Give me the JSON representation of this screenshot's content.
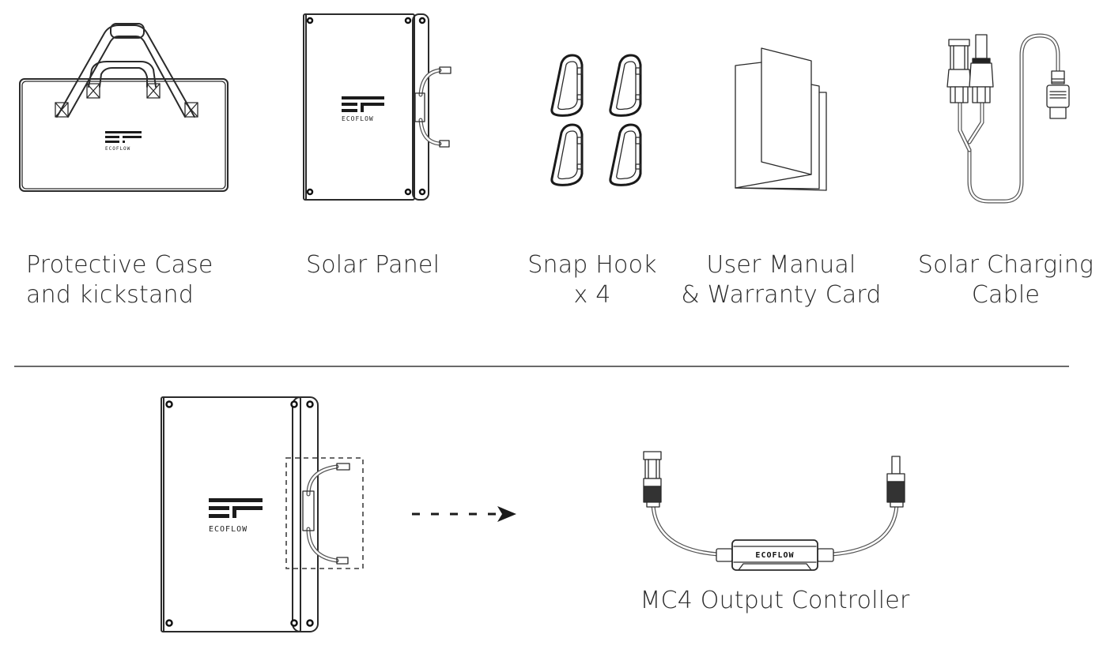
{
  "brand": {
    "logo_mark": "EF",
    "logo_text": "ECOFLOW"
  },
  "items": [
    {
      "id": "protective-case",
      "icon": "carry-bag-icon",
      "label_line1": "Protective Case",
      "label_line2": "and kickstand"
    },
    {
      "id": "solar-panel",
      "icon": "solar-panel-icon",
      "label_line1": "Solar Panel",
      "label_line2": ""
    },
    {
      "id": "snap-hook",
      "icon": "carabiner-icon",
      "label_line1": "Snap Hook",
      "label_line2": "x 4"
    },
    {
      "id": "user-manual",
      "icon": "manual-booklet-icon",
      "label_line1": "User Manual",
      "label_line2": "& Warranty Card"
    },
    {
      "id": "solar-charging-cable",
      "icon": "charging-cable-icon",
      "label_line1": "Solar Charging",
      "label_line2": "Cable"
    }
  ],
  "detail": {
    "source_icon": "solar-panel-icon",
    "arrow_icon": "dashed-arrow-right-icon",
    "target_icon": "mc4-controller-icon",
    "target_label": "MC4 Output Controller",
    "controller_text": "ECOFLOW"
  }
}
